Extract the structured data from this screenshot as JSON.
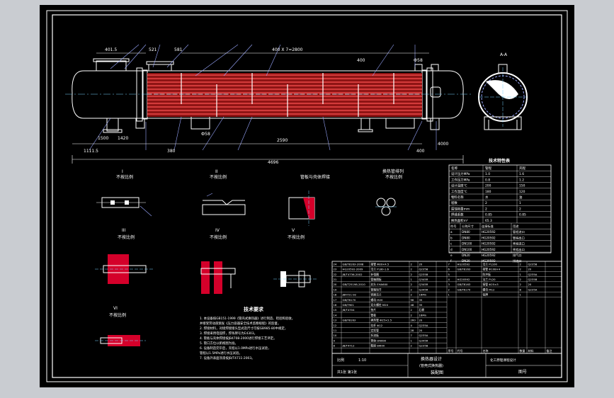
{
  "dimensions": {
    "overall_length": "4696",
    "tube_length": "2590",
    "spacing_top": "400 X 7=2800",
    "dim_top_left": "401.5",
    "dim_top_a": "521",
    "dim_top_b": "581",
    "dim_top_right": "400",
    "dim_left_a": "1111.5",
    "dim_left_b": "1500",
    "dim_left_c": "1420",
    "dim_mid_a": "380",
    "dim_right_a": "400",
    "dim_right_b": "4000",
    "nozzle_left": "Ф58",
    "nozzle_right": "Ф58"
  },
  "views": {
    "section_a": "A-A",
    "detail_1_title": "I",
    "detail_1_scale": "不按比例",
    "detail_2_title": "II",
    "detail_2_scale": "不按比例",
    "detail_3_title": "管板与壳体焊接",
    "detail_4_title": "换热管排列",
    "detail_4_scale": "不按比例",
    "detail_5_title": "III",
    "detail_5_scale": "不按比例",
    "detail_6_title": "IV",
    "detail_6_scale": "不按比例",
    "detail_7_title": "V",
    "detail_7_scale": "不按比例",
    "detail_8_title": "VI",
    "detail_8_scale": "不按比例"
  },
  "tech_req": {
    "title": "技术要求",
    "lines": [
      "1. 本设备按GB151-1999《管壳式换热器》进行制造、检验和验收，",
      "   并接受劳动部颁发《压力容器安全技术监察规程》的监督。",
      "2. 焊接材料，对接焊接接头型式及尺寸可按GB985-80中规定，",
      "3. 焊接采用电弧焊，焊条牌号为E4303。",
      "4. 管板与壳体焊接按JB4708-2000进行焊接工艺评定。",
      "5. 管口方位以俯视图为准。",
      "6. 设备制造完毕后，壳程以1.0MPa进行水压试验，",
      "   管程以1.5MPa进行水压试验。",
      "7. 设备外表面涂漆按JB/T4711-2003。"
    ]
  },
  "spec_table": {
    "title": "技术特性表",
    "headers": [
      "名称",
      "管程",
      "壳程"
    ],
    "rows": [
      [
        "设计压力MPa",
        "1.0",
        "1.6"
      ],
      [
        "工作压力MPa",
        "0.8",
        "1.2"
      ],
      [
        "设计温度℃",
        "200",
        "150"
      ],
      [
        "工作温度℃",
        "180",
        "120"
      ],
      [
        "物料名称",
        "水",
        "油"
      ],
      [
        "程数",
        "2",
        "1"
      ],
      [
        "腐蚀裕量mm",
        "2",
        "2"
      ],
      [
        "焊缝系数",
        "0.85",
        "0.85"
      ],
      [
        "换热面积m²",
        "65.3",
        ""
      ]
    ],
    "nozzle_headers": [
      "符号",
      "公称尺寸",
      "连接标准",
      "用途"
    ],
    "nozzle_rows": [
      [
        "a",
        "DN80",
        "HG20592",
        "管程进口"
      ],
      [
        "b",
        "DN80",
        "HG20592",
        "管程出口"
      ],
      [
        "c",
        "DN100",
        "HG20592",
        "壳程进口"
      ],
      [
        "d",
        "DN100",
        "HG20592",
        "壳程出口"
      ],
      [
        "e",
        "DN20",
        "HG20592",
        "排气口"
      ],
      [
        "f",
        "DN20",
        "HG20592",
        "排液口"
      ]
    ]
  },
  "bom": {
    "headers": [
      "序号",
      "代号",
      "名称",
      "数量",
      "材料",
      "备注"
    ],
    "rows_left": [
      [
        "24",
        "GB/T8163-2008",
        "接管 Φ89×4.5",
        "2",
        "20",
        ""
      ],
      [
        "23",
        "HG20592-2009",
        "法兰 PL80-1.6",
        "2",
        "Q235B",
        ""
      ],
      [
        "22",
        "JB/T4736-2002",
        "补强圈",
        "2",
        "Q235B",
        ""
      ],
      [
        "21",
        "",
        "管箱隔板",
        "1",
        "Q345R",
        ""
      ],
      [
        "20",
        "GB/T25198-2010",
        "封头 EHA600",
        "2",
        "Q345R",
        ""
      ],
      [
        "19",
        "",
        "管箱短节",
        "2",
        "Q345R",
        ""
      ],
      [
        "18",
        "JB4721-92",
        "容器法兰",
        "2",
        "16Mn",
        ""
      ],
      [
        "17",
        "GB/T6170",
        "螺母 M20",
        "96",
        "35",
        ""
      ],
      [
        "16",
        "GB/T901",
        "双头螺柱 M20",
        "48",
        "35",
        ""
      ],
      [
        "15",
        "JB/T4704",
        "垫片",
        "2",
        "石棉",
        ""
      ],
      [
        "14",
        "",
        "管板",
        "2",
        "16Mn",
        ""
      ],
      [
        "13",
        "GB/T8163",
        "换热管 Φ25×2.5",
        "260",
        "20",
        ""
      ],
      [
        "12",
        "",
        "拉杆 Φ12",
        "4",
        "Q235A",
        ""
      ],
      [
        "11",
        "",
        "定距管",
        "28",
        "20",
        ""
      ],
      [
        "10",
        "",
        "折流板",
        "7",
        "Q235A",
        ""
      ],
      [
        "9",
        "",
        "筒体 DN600",
        "1",
        "Q345R",
        ""
      ],
      [
        "8",
        "JB/T4712",
        "鞍座 BI600",
        "2",
        "Q235B",
        ""
      ]
    ],
    "rows_right": [
      [
        "7",
        "HG20592",
        "法兰 PL100",
        "2",
        "Q235B",
        ""
      ],
      [
        "6",
        "GB/T8163",
        "接管 Φ108×4",
        "2",
        "20",
        ""
      ],
      [
        "5",
        "",
        "防冲板",
        "1",
        "Q235A",
        ""
      ],
      [
        "4",
        "HG20592",
        "法兰 PL20",
        "2",
        "Q235B",
        ""
      ],
      [
        "3",
        "GB/T8163",
        "接管 Φ25×3",
        "2",
        "20",
        ""
      ],
      [
        "2",
        "GB/T6170",
        "螺母 M12",
        "8",
        "Q235A",
        ""
      ],
      [
        "1",
        "",
        "铭牌",
        "1",
        "",
        ""
      ]
    ]
  },
  "title_block": {
    "design_title": "换热器设计",
    "subtitle": "(管壳式换热器)",
    "drawing_type": "装配图",
    "school": "化工原理课程设计",
    "drawing_no": "图号",
    "scale_label": "比例",
    "scale_value": "1:10",
    "sheet_label": "共1张 第1张"
  },
  "colors": {
    "tubes": "#c62323",
    "lines": "#ffffff",
    "background": "#000000",
    "frame": "#c9ccd1",
    "hatch": "#d4002a",
    "leader": "#9aa8ff"
  }
}
